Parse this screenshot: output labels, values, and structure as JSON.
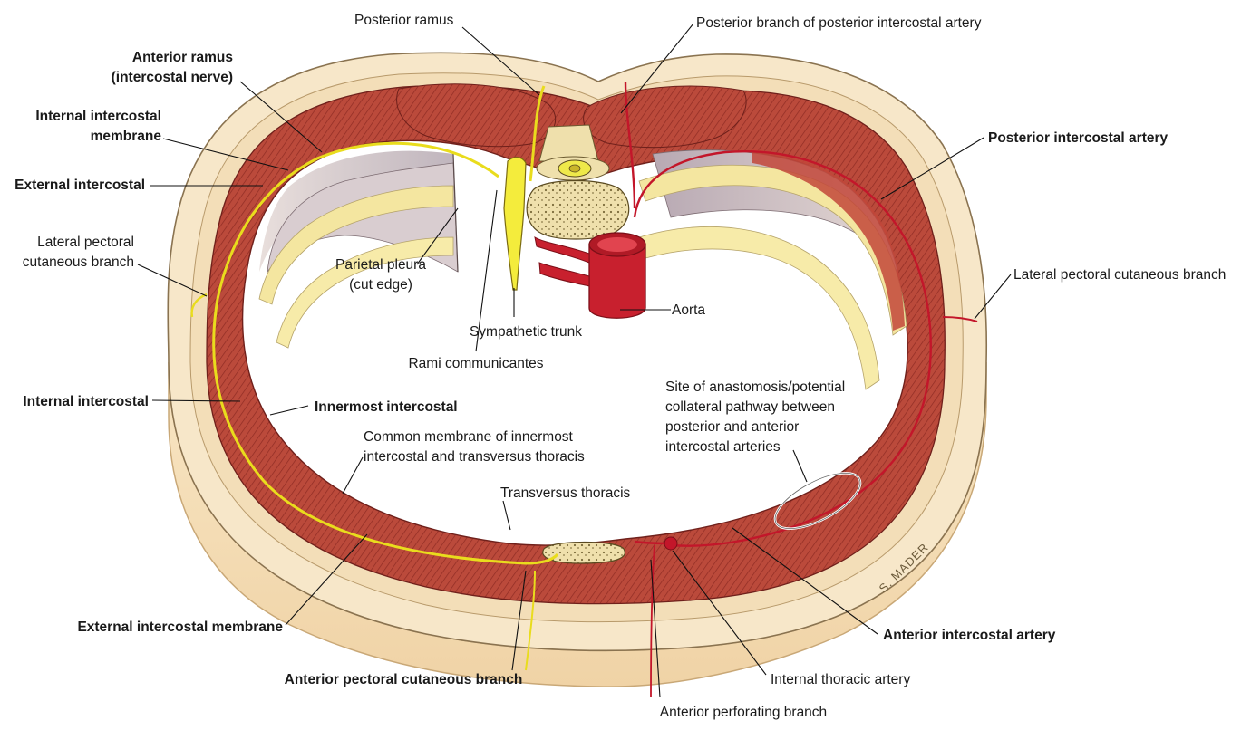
{
  "labels": {
    "posterior_ramus": "Posterior ramus",
    "posterior_branch_artery": "Posterior branch of posterior intercostal artery",
    "anterior_ramus_1": "Anterior ramus",
    "anterior_ramus_2": "(intercostal nerve)",
    "internal_intercostal_membrane_1": "Internal intercostal",
    "internal_intercostal_membrane_2": "membrane",
    "external_intercostal": "External intercostal",
    "lateral_pectoral_left_1": "Lateral pectoral",
    "lateral_pectoral_left_2": "cutaneous branch",
    "parietal_pleura_1": "Parietal pleura",
    "parietal_pleura_2": "(cut edge)",
    "sympathetic_trunk": "Sympathetic trunk",
    "rami_communicantes": "Rami communicantes",
    "aorta": "Aorta",
    "posterior_intercostal_artery": "Posterior intercostal artery",
    "lateral_pectoral_right": "Lateral pectoral cutaneous branch",
    "internal_intercostal": "Internal intercostal",
    "innermost_intercostal": "Innermost intercostal",
    "common_membrane_1": "Common membrane of innermost",
    "common_membrane_2": "intercostal and transversus thoracis",
    "anastomosis_1": "Site of anastomosis/potential",
    "anastomosis_2": "collateral pathway between",
    "anastomosis_3": "posterior and anterior",
    "anastomosis_4": "intercostal arteries",
    "transversus_thoracis": "Transversus thoracis",
    "external_intercostal_membrane": "External intercostal membrane",
    "anterior_pectoral_cutaneous": "Anterior pectoral cutaneous branch",
    "anterior_perforating": "Anterior perforating branch",
    "internal_thoracic_artery": "Internal thoracic artery",
    "anterior_intercostal_artery": "Anterior intercostal artery",
    "signature": "S. MADER"
  },
  "colors": {
    "muscle": "#b8473a",
    "muscle_dark": "#8e2f27",
    "nerve": "#f2e82a",
    "artery": "#c3162a",
    "skin": "#f6dfb8",
    "skin_edge": "#e8c79a",
    "fat": "#f7e9cc",
    "bone": "#f1e3b0",
    "pleura": "#cfc3c8"
  }
}
